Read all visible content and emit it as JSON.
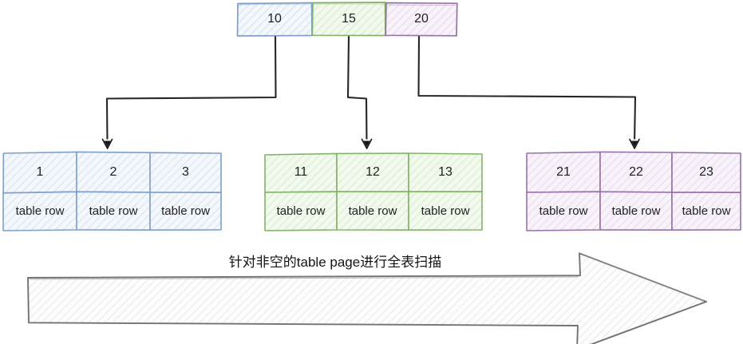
{
  "diagram": {
    "type": "b-tree-table-scan",
    "root_node": {
      "name": "index-root-node",
      "cells": [
        {
          "label": "10",
          "color": "#7e9fcb",
          "fill": "#eef3fa"
        },
        {
          "label": "15",
          "color": "#82b366",
          "fill": "#eff7ea"
        },
        {
          "label": "20",
          "color": "#9673a6",
          "fill": "#f5eff7"
        }
      ]
    },
    "table_pages": [
      {
        "name": "table-page-blue",
        "color": "#7e9fcb",
        "fill": "#eef3fa",
        "ids": [
          "1",
          "2",
          "3"
        ],
        "rows": [
          "table row",
          "table row",
          "table row"
        ]
      },
      {
        "name": "table-page-green",
        "color": "#82b366",
        "fill": "#eff7ea",
        "ids": [
          "11",
          "12",
          "13"
        ],
        "rows": [
          "table row",
          "table row",
          "table row"
        ]
      },
      {
        "name": "table-page-purple",
        "color": "#9673a6",
        "fill": "#f5eff7",
        "ids": [
          "21",
          "22",
          "23"
        ],
        "rows": [
          "table row",
          "table row",
          "table row"
        ]
      }
    ],
    "connectors": [
      {
        "name": "connector-10-to-page-blue",
        "from": "10",
        "to": "table-page-blue"
      },
      {
        "name": "connector-15-to-page-green",
        "from": "15",
        "to": "table-page-green"
      },
      {
        "name": "connector-20-to-page-purple",
        "from": "20",
        "to": "table-page-purple"
      }
    ],
    "scan_arrow": {
      "name": "full-table-scan-arrow",
      "caption": "针对非空的table page进行全表扫描",
      "stroke": "#737373",
      "fill": "#fbfbfb",
      "direction": "right"
    }
  }
}
